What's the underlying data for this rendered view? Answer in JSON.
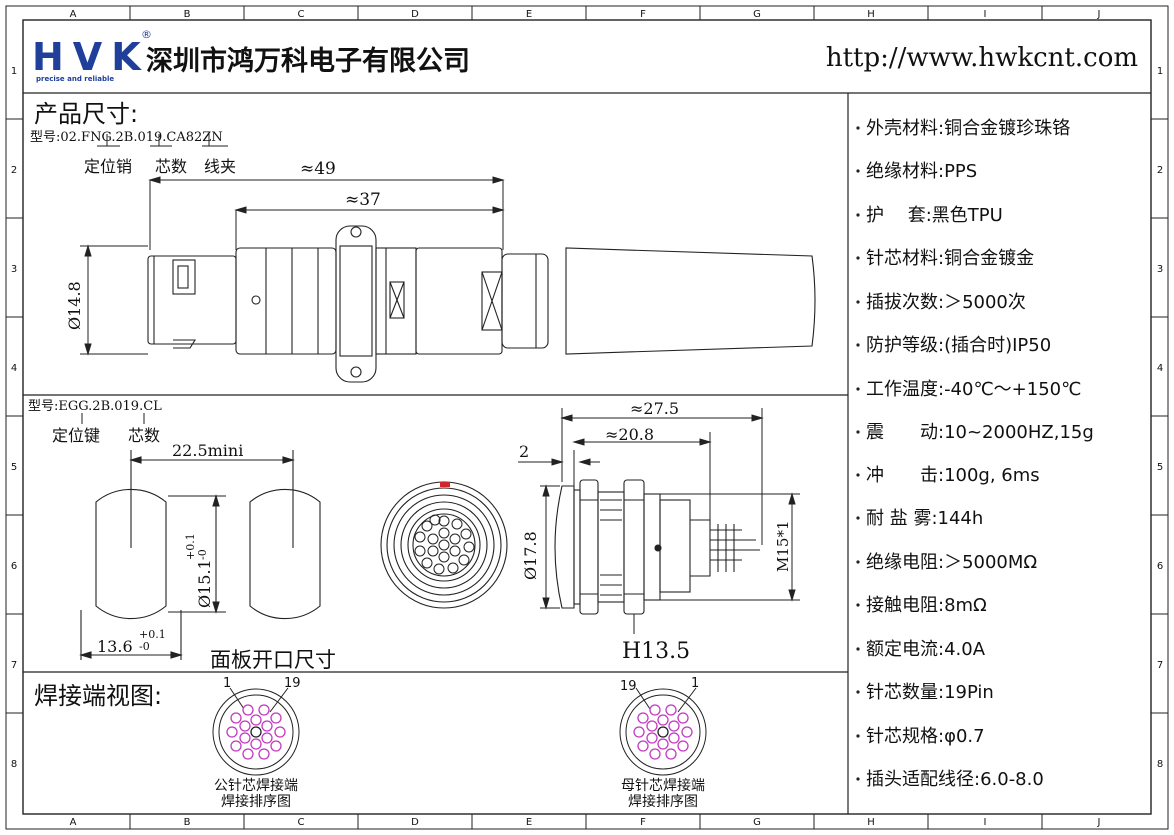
{
  "grid": {
    "cols": [
      "A",
      "B",
      "C",
      "D",
      "E",
      "F",
      "G",
      "H",
      "I",
      "J"
    ],
    "rows": [
      "1",
      "2",
      "3",
      "4",
      "5",
      "6",
      "7",
      "8"
    ]
  },
  "header": {
    "logo_text": "HVK",
    "logo_registered": "®",
    "logo_tagline": "precise and reliable",
    "company": "深圳市鸿万科电子有限公司",
    "url": "http://www.hwkcnt.com"
  },
  "plug": {
    "section_title": "产品尺寸:",
    "model": "型号:02.FNG.2B.019.CA82ZN",
    "label_key": "定位销",
    "label_cores": "芯数",
    "label_clamp": "线夹",
    "dim_total": "≈49",
    "dim_body": "≈37",
    "dim_dia": "Ø14.8"
  },
  "socket": {
    "model": "型号:EGG.2B.019.CL",
    "label_key": "定位键",
    "label_cores": "芯数",
    "cutout_title": "面板开口尺寸",
    "dim_spacing": "22.5mini",
    "dim_dia": "Ø15.1",
    "dim_dia_tol_plus": "+0.1",
    "dim_dia_tol_minus": "-0",
    "dim_flat": "13.6",
    "dim_flat_tol_plus": "+0.1",
    "dim_flat_tol_minus": "-0",
    "dim_total": "≈27.5",
    "dim_body": "≈20.8",
    "dim_panel": "2",
    "dim_flange_dia": "Ø17.8",
    "dim_thread": "M15*1",
    "dim_nut": "H13.5"
  },
  "solder": {
    "title": "焊接端视图:",
    "male_pin_first": "1",
    "male_pin_last": "19",
    "male_caption_1": "公针芯焊接端",
    "male_caption_2": "焊接排序图",
    "female_pin_first": "19",
    "female_pin_last": "1",
    "female_caption_1": "母针芯焊接端",
    "female_caption_2": "焊接排序图"
  },
  "specs": [
    "外壳材料:铜合金镀珍珠铬",
    "绝缘材料:PPS",
    "护　 套:黑色TPU",
    "针芯材料:铜合金镀金",
    "插拔次数:＞5000次",
    "防护等级:(插合时)IP50",
    "工作温度:-40℃～+150℃",
    "震　　动:10~2000HZ,15g",
    "冲　　击:100g, 6ms",
    "耐 盐 雾:144h",
    "绝缘电阻:＞5000MΩ",
    "接触电阻:8mΩ",
    "额定电流:4.0A",
    "针芯数量:19Pin",
    "针芯规格:φ0.7",
    "插头适配线径:6.0-8.0"
  ],
  "colors": {
    "line": "#222222",
    "logo_blue": "#1f3f9a",
    "key_red": "#d2262c",
    "pin_magenta": "#c23ac2",
    "frame_bg": "#ffffff"
  }
}
